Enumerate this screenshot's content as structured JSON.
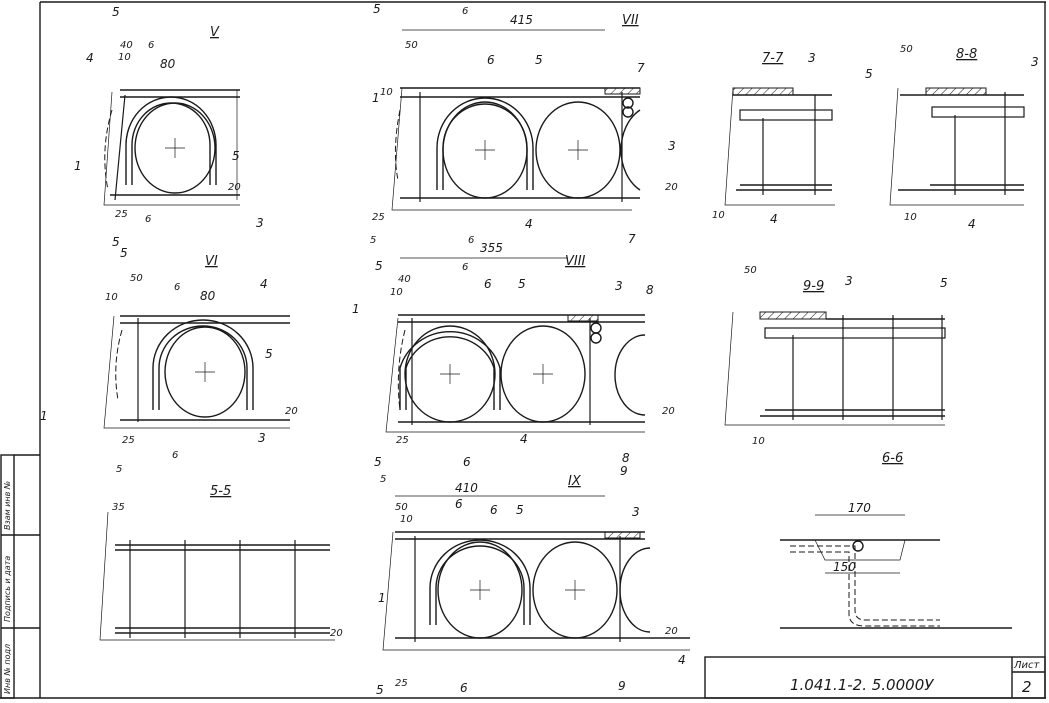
{
  "title_block": {
    "designation": "1.041.1-2. 5.0000У",
    "sheet_label": "Лист",
    "sheet_number": "2"
  },
  "side_strip": {
    "inv_no_original": "Инв № подл",
    "signature_date": "Подпись и дата",
    "replaced_inv_no": "Взам инв №"
  },
  "views": {
    "v": {
      "title": "V",
      "labels": [
        "5",
        "40",
        "6",
        "10",
        "80",
        "4",
        "1",
        "5",
        "25",
        "3",
        "20",
        "5",
        "6"
      ]
    },
    "vii": {
      "title": "VII",
      "labels": [
        "5",
        "6",
        "415",
        "50",
        "10",
        "6",
        "5",
        "7",
        "1",
        "3",
        "20",
        "25",
        "4",
        "5",
        "6",
        "7"
      ]
    },
    "vi": {
      "title": "VI",
      "labels": [
        "5",
        "50",
        "6",
        "80",
        "4",
        "10",
        "5",
        "1",
        "25",
        "3",
        "20",
        "5",
        "6"
      ]
    },
    "viii": {
      "title": "VIII",
      "labels": [
        "355",
        "5",
        "40",
        "6",
        "10",
        "6",
        "5",
        "3",
        "8",
        "1",
        "20",
        "25",
        "4",
        "5",
        "6",
        "8"
      ]
    },
    "ix": {
      "title": "IX",
      "labels": [
        "410",
        "5",
        "50",
        "6",
        "10",
        "6",
        "5",
        "3",
        "9",
        "1",
        "20",
        "25",
        "4",
        "5",
        "6",
        "9"
      ]
    }
  },
  "sections": {
    "s77": {
      "title": "7-7",
      "labels": [
        "3",
        "4",
        "10"
      ]
    },
    "s88": {
      "title": "8-8",
      "labels": [
        "50",
        "5",
        "3",
        "4",
        "10"
      ]
    },
    "s99": {
      "title": "9-9",
      "labels": [
        "50",
        "3",
        "5",
        "10"
      ]
    },
    "s55": {
      "title": "5-5",
      "labels": [
        "35",
        "20"
      ]
    },
    "s66": {
      "title": "6-6",
      "labels": [
        "170",
        "150"
      ]
    }
  }
}
